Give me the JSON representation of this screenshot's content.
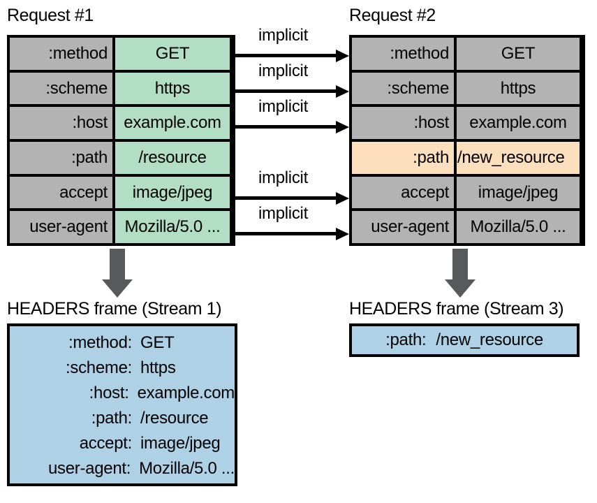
{
  "request1": {
    "caption": "Request #1",
    "rows": [
      {
        "name": ":method",
        "value": "GET",
        "highlight": "green"
      },
      {
        "name": ":scheme",
        "value": "https",
        "highlight": "green"
      },
      {
        "name": ":host",
        "value": "example.com",
        "highlight": "green"
      },
      {
        "name": ":path",
        "value": "/resource",
        "highlight": "green"
      },
      {
        "name": "accept",
        "value": "image/jpeg",
        "highlight": "green"
      },
      {
        "name": "user-agent",
        "value": "Mozilla/5.0 ...",
        "highlight": "green"
      }
    ]
  },
  "request2": {
    "caption": "Request #2",
    "rows": [
      {
        "name": ":method",
        "value": "GET",
        "highlight": "none"
      },
      {
        "name": ":scheme",
        "value": "https",
        "highlight": "none"
      },
      {
        "name": ":host",
        "value": "example.com",
        "highlight": "none"
      },
      {
        "name": ":path",
        "value": "/new_resource",
        "highlight": "orange"
      },
      {
        "name": "accept",
        "value": "image/jpeg",
        "highlight": "none"
      },
      {
        "name": "user-agent",
        "value": "Mozilla/5.0 ...",
        "highlight": "none"
      }
    ]
  },
  "connectors": [
    {
      "label": "implicit",
      "from_row": ":method",
      "to_row": ":method"
    },
    {
      "label": "implicit",
      "from_row": ":scheme",
      "to_row": ":scheme"
    },
    {
      "label": "implicit",
      "from_row": ":host",
      "to_row": ":host"
    },
    {
      "label": "implicit",
      "from_row": "accept",
      "to_row": "accept"
    },
    {
      "label": "implicit",
      "from_row": "user-agent",
      "to_row": "user-agent"
    }
  ],
  "frame1": {
    "caption": "HEADERS frame (Stream 1)",
    "headers": [
      {
        "key": ":method:",
        "value": "GET"
      },
      {
        "key": ":scheme:",
        "value": "https"
      },
      {
        "key": ":host:",
        "value": "example.com"
      },
      {
        "key": ":path:",
        "value": "/resource"
      },
      {
        "key": "accept:",
        "value": "image/jpeg"
      },
      {
        "key": "user-agent:",
        "value": "Mozilla/5.0 ..."
      }
    ]
  },
  "frame2": {
    "caption": "HEADERS frame (Stream 3)",
    "headers": [
      {
        "key": ":path:",
        "value": "/new_resource"
      }
    ]
  },
  "colors": {
    "green_highlight": "#b1dec5",
    "orange_highlight": "#fcdfbd",
    "blue_frame": "#aed1e6",
    "gray_cell": "#b3b3b3",
    "arrow_gray": "#58595b",
    "outline": "#000000"
  }
}
